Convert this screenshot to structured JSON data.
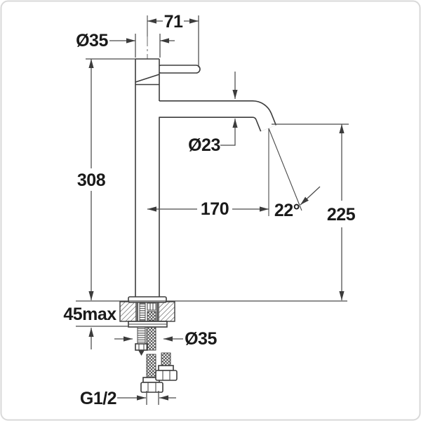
{
  "page": {
    "background": "#ffffff",
    "border_color": "#d9d9d9"
  },
  "drawing": {
    "line_color": "#3c3c3c",
    "dim_line_color": "#4a4a4a",
    "text_color": "#1a1a1a",
    "labels": {
      "top_width": "71",
      "head_diameter": "Ø35",
      "height": "308",
      "spout_diameter": "Ø23",
      "spout_reach": "170",
      "spout_angle": "22°",
      "spout_height": "225",
      "max_deck_thickness": "45max",
      "base_diameter": "Ø35",
      "connection_thread": "G1/2"
    }
  }
}
